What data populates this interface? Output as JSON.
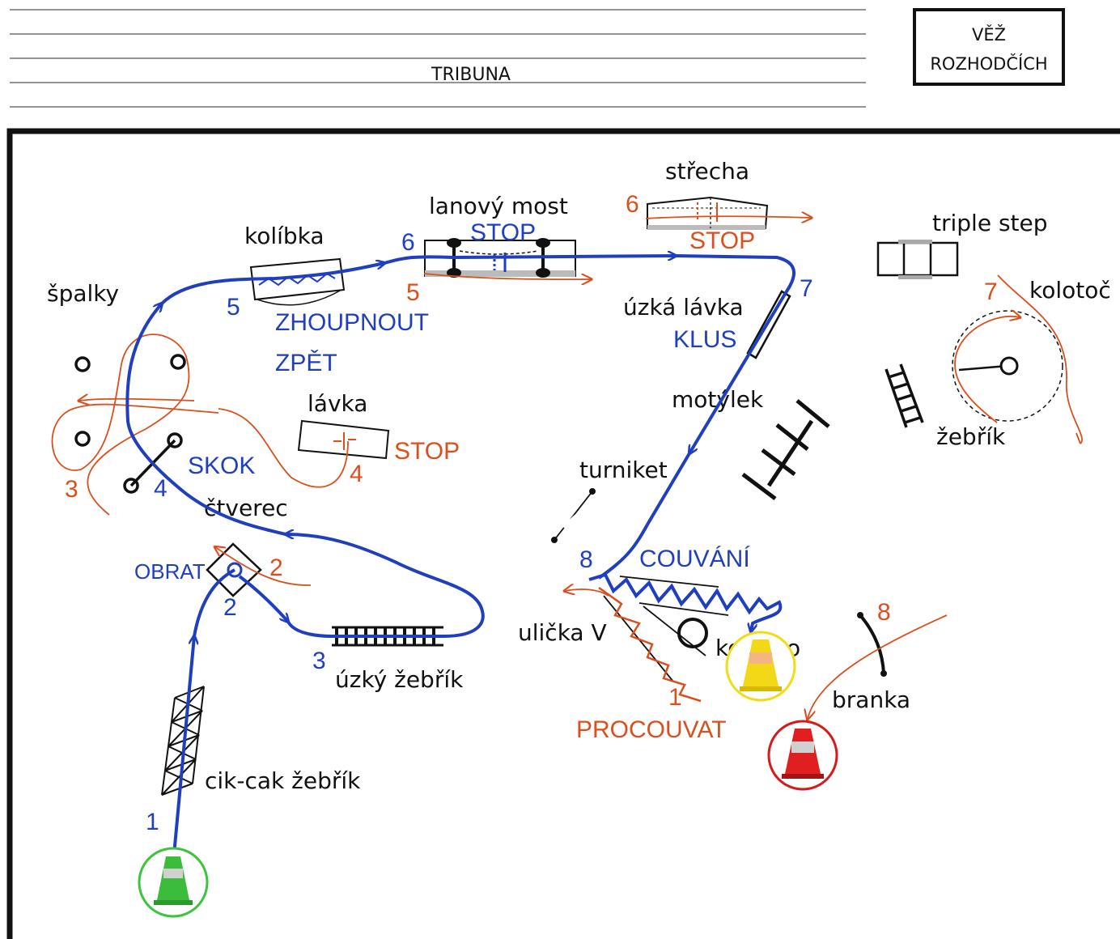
{
  "colors": {
    "black": "#111111",
    "blue": "#1f3fbf",
    "orange": "#d9501e",
    "green": "#3cc43c",
    "yellow": "#f2dc1a",
    "red": "#d61a1a"
  },
  "header": {
    "tribune": "TRIBUNA",
    "judges_tower": [
      "VĚŽ",
      "ROZHODČÍCH"
    ]
  },
  "obstacles": {
    "spalky": "špalky",
    "kolibka": "kolíbka",
    "lanovy_most": "lanový most",
    "strecha": "střecha",
    "triple_step": "triple step",
    "kolotoc": "kolotoč",
    "uzka_lavka": "úzká lávka",
    "lavka": "lávka",
    "motylek": "motýlek",
    "turniket": "turniket",
    "ctverec": "čtverec",
    "zebrik": "žebřík",
    "ulicka_v": "ulička V",
    "kolecko": "kolečko",
    "branka": "branka",
    "uzky_zebrik": "úzký žebřík",
    "cikcak_zebrik": "cik-cak žebřík"
  },
  "blue_instructions": {
    "stop": "STOP",
    "zhoupnout": "ZHOUPNOUT",
    "zpet": "ZPĚT",
    "klus": "KLUS",
    "skok": "SKOK",
    "obrat": "OBRAT",
    "couvani": "COUVÁNÍ"
  },
  "orange_instructions": {
    "stop_strecha": "STOP",
    "stop_lavka": "STOP",
    "procouvat": "PROCOUVAT"
  },
  "blue_numbers": [
    "1",
    "2",
    "3",
    "4",
    "5",
    "6",
    "7",
    "8"
  ],
  "orange_numbers": [
    "1",
    "2",
    "3",
    "4",
    "5",
    "6",
    "7",
    "8"
  ],
  "cones": [
    {
      "name": "start-cone",
      "color": "green"
    },
    {
      "name": "finish-cone-yellow",
      "color": "yellow"
    },
    {
      "name": "finish-cone-red",
      "color": "red"
    }
  ]
}
